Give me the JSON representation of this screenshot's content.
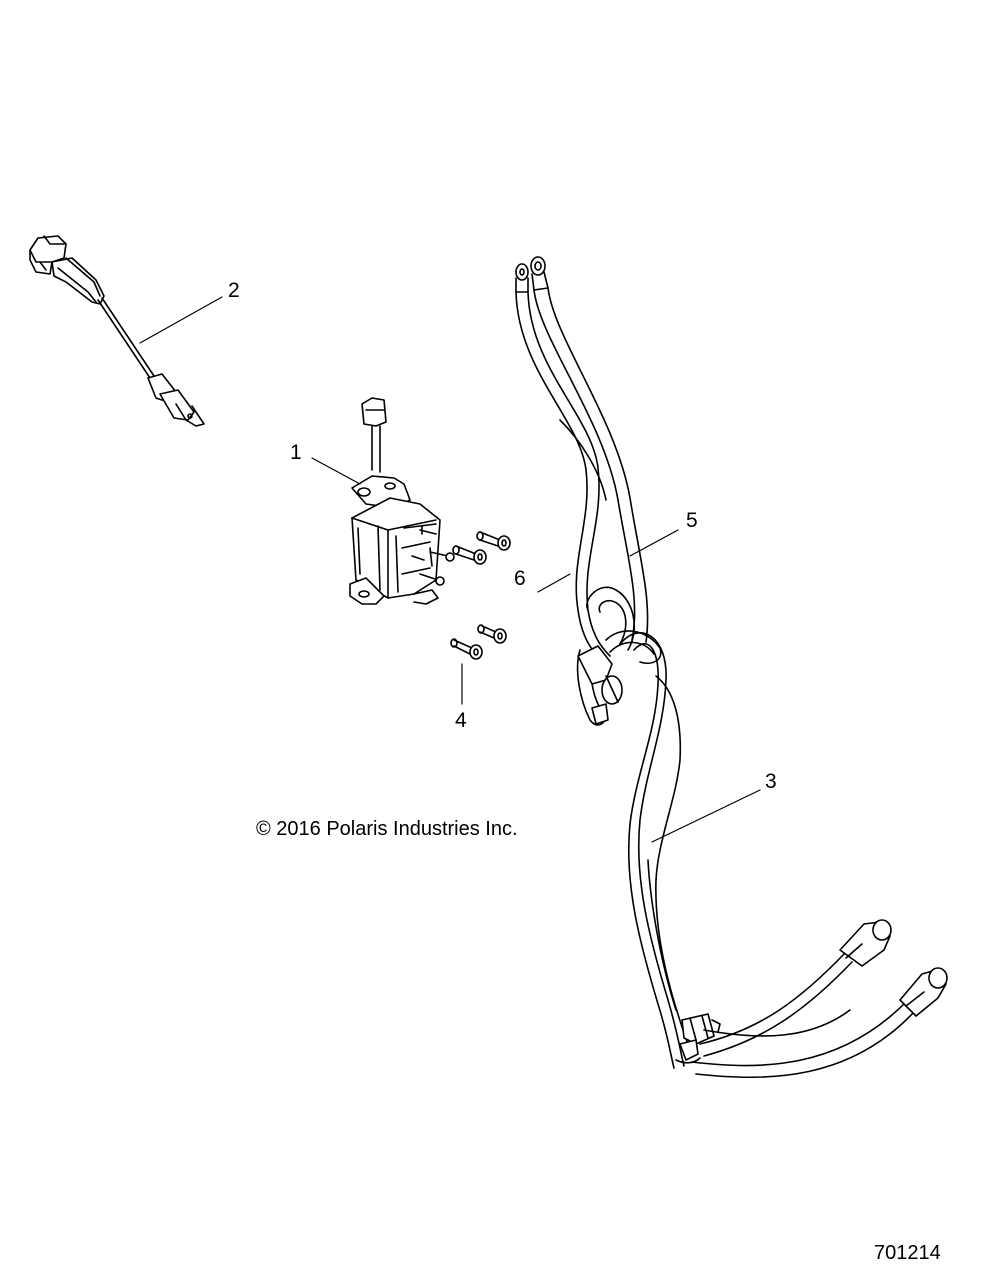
{
  "callouts": [
    {
      "id": "1",
      "label": "1"
    },
    {
      "id": "2",
      "label": "2"
    },
    {
      "id": "3",
      "label": "3"
    },
    {
      "id": "4",
      "label": "4"
    },
    {
      "id": "5",
      "label": "5"
    },
    {
      "id": "6",
      "label": "6"
    }
  ],
  "copyright": "© 2016 Polaris Industries Inc.",
  "diagram_number": "701214",
  "colors": {
    "line": "#000000",
    "background": "#ffffff"
  }
}
